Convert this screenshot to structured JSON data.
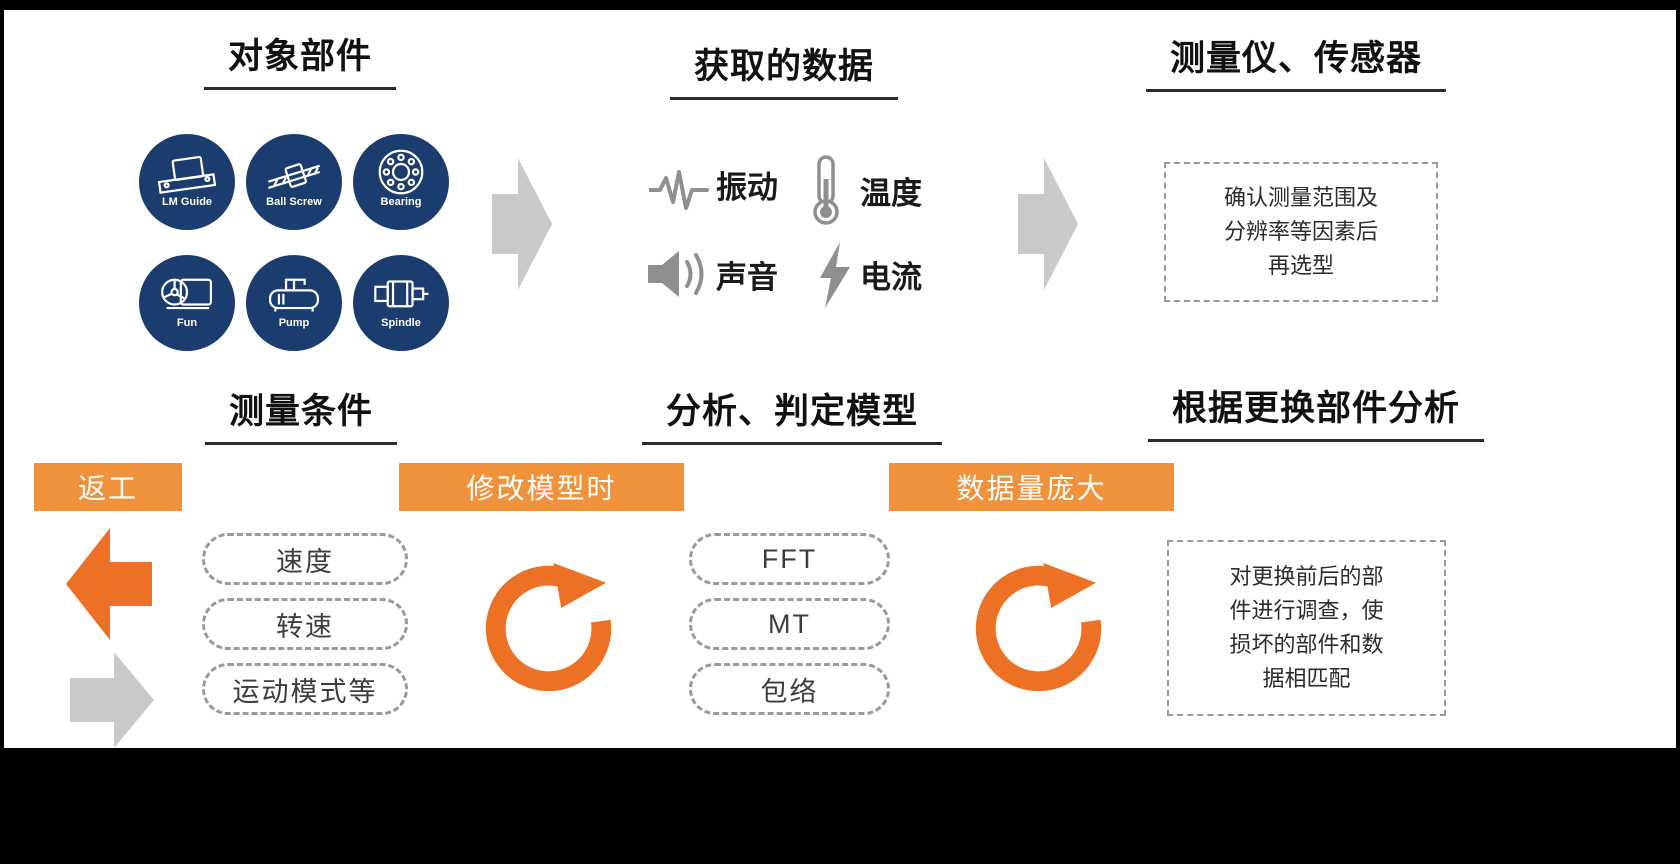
{
  "colors": {
    "navy": "#1b3c6e",
    "orange": "#f0923c",
    "orange_deep": "#ed7124",
    "gray_arrow": "#c9c9c9",
    "icon_gray": "#8f8f8f",
    "dashed_border": "#9a9a9a"
  },
  "target_parts": {
    "title": "对象部件",
    "parts": [
      {
        "label": "LM Guide",
        "icon": "lm-guide-icon"
      },
      {
        "label": "Ball Screw",
        "icon": "ball-screw-icon"
      },
      {
        "label": "Bearing",
        "icon": "bearing-icon"
      },
      {
        "label": "Fun",
        "icon": "fan-icon"
      },
      {
        "label": "Pump",
        "icon": "pump-icon"
      },
      {
        "label": "Spindle",
        "icon": "spindle-icon"
      }
    ]
  },
  "acquired_data": {
    "title": "获取的数据",
    "items": [
      {
        "label": "振动",
        "icon": "vibration-waveform-icon"
      },
      {
        "label": "温度",
        "icon": "thermometer-icon"
      },
      {
        "label": "声音",
        "icon": "speaker-icon"
      },
      {
        "label": "电流",
        "icon": "lightning-icon"
      }
    ]
  },
  "sensors": {
    "title": "测量仪、传感器",
    "note": "确认测量范围及\n分辨率等因素后\n再选型"
  },
  "measurement_conditions": {
    "title": "测量条件",
    "rework_label": "返工",
    "items": [
      "速度",
      "转速",
      "运动模式等"
    ]
  },
  "analysis_model": {
    "title": "分析、判定模型",
    "modify_label": "修改模型时",
    "items": [
      "FFT",
      "MT",
      "包络"
    ]
  },
  "replacement_analysis": {
    "title": "根据更换部件分析",
    "data_label": "数据量庞大",
    "note": "对更换前后的部\n件进行调查，使\n损坏的部件和数\n据相匹配"
  }
}
